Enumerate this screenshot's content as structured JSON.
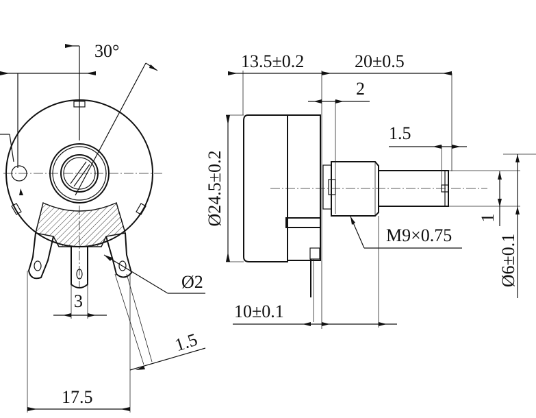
{
  "title": "Rotary potentiometer dimension drawing",
  "front_view": {
    "angle_label": "30°",
    "terminal_pitch_label": "3",
    "overall_width_label": "17.5",
    "terminal_hole_label": "Ø2",
    "terminal_width_label": "1.5"
  },
  "side_view": {
    "body_depth_label": "13.5±0.2",
    "shaft_length_label": "20±0.5",
    "bushing_offset_label": "2",
    "slot_width_label": "1.5",
    "body_diameter_label": "Ø24.5±0.2",
    "thread_label": "M9×0.75",
    "pin_offset_label": "10±0.1",
    "slot_depth_label": "1",
    "shaft_diameter_label": "Ø6±0.1"
  }
}
